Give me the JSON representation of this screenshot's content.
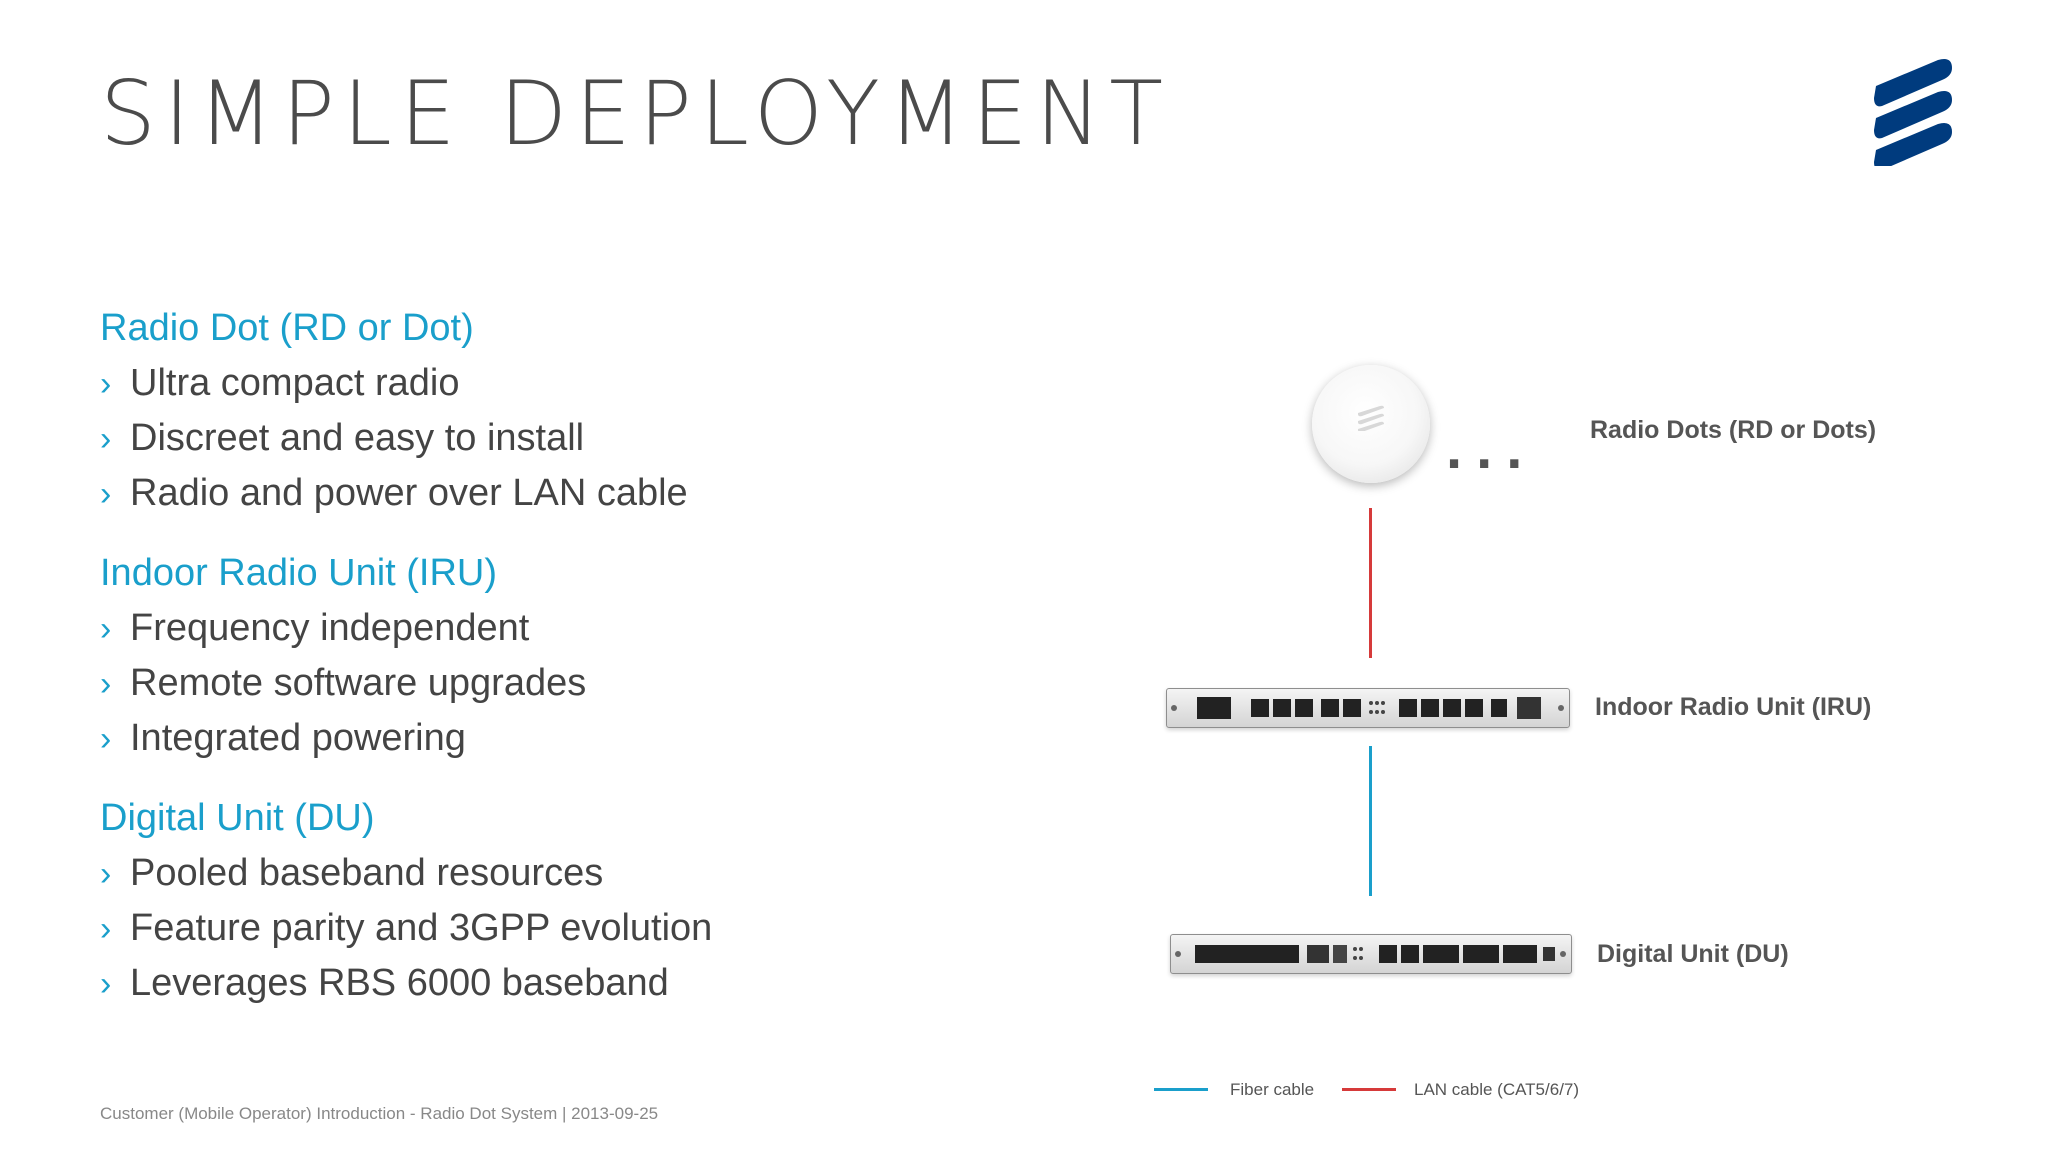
{
  "slide": {
    "title": "SIMPLE DEPLOYMENT",
    "footer": "Customer (Mobile Operator) Introduction - Radio Dot System  |  2013-09-25"
  },
  "bullet_symbol": "›",
  "sections": [
    {
      "heading": "Radio Dot (RD or Dot)",
      "items": [
        "Ultra compact radio",
        "Discreet and easy to install",
        "Radio and power over LAN cable"
      ]
    },
    {
      "heading": "Indoor Radio Unit (IRU)",
      "items": [
        "Frequency independent",
        "Remote software upgrades",
        "Integrated powering"
      ]
    },
    {
      "heading": "Digital Unit (DU)",
      "items": [
        "Pooled baseband resources",
        "Feature parity and 3GPP evolution",
        "Leverages RBS 6000 baseband"
      ]
    }
  ],
  "diagram": {
    "ellipsis": "...",
    "labels": {
      "radio_dots": "Radio Dots (RD or Dots)",
      "iru": "Indoor Radio Unit (IRU)",
      "du": "Digital Unit (DU)"
    },
    "legend": {
      "fiber": "Fiber cable",
      "lan": "LAN cable (CAT5/6/7)"
    }
  },
  "colors": {
    "accent": "#1a9fcb",
    "lan_cable": "#d63a3a",
    "fiber_cable": "#1a9fcb",
    "logo": "#003b7e",
    "title": "#4b4b4b"
  },
  "icons": {
    "logo": "ericsson-logo-icon",
    "radio_dot": "radio-dot-device-icon"
  }
}
